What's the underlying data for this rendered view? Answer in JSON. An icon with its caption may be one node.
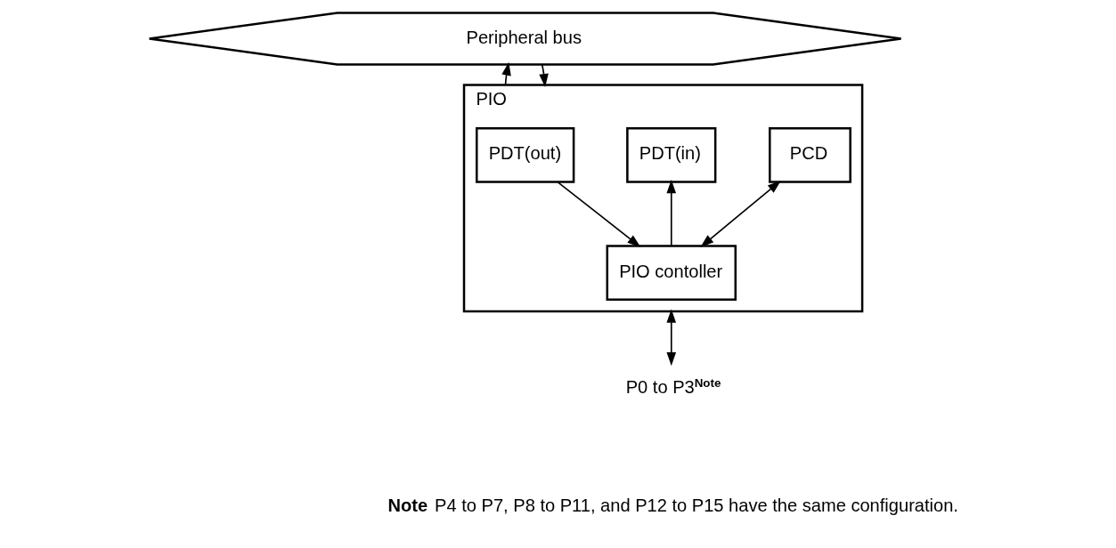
{
  "diagram": {
    "nodes": [
      {
        "text": [
          "Peripheral bus"
        ]
      },
      {
        "text": [
          "PIO"
        ]
      },
      {
        "text": [
          "PDT(out)"
        ],
        "in": 1
      },
      {
        "text": [
          "PDT(in)"
        ],
        "in": 1
      },
      {
        "text": [
          "PCD"
        ],
        "in": 1
      },
      {
        "text": [
          "PIO contoller"
        ],
        "in": 1
      },
      {
        "text": [
          "P0 to P3$^{Note}$"
        ]
      }
    ],
    "edges": [
      {
        "from": 1,
        "to": 0,
        "arrow": "to"
      },
      {
        "from": 0,
        "to": 1,
        "arrow": "to"
      },
      {
        "from": 2,
        "to": 5,
        "arrow": "to"
      },
      {
        "from": 5,
        "to": 3,
        "arrow": "to"
      },
      {
        "from": 5,
        "to": 4,
        "arrow": "both"
      },
      {
        "from": 1,
        "to": 6,
        "arrow": "both"
      }
    ],
    "labels": [
      "**Note** P4 to P7, P8 to P11, and P12 to P15 have the same configuration."
    ]
  }
}
